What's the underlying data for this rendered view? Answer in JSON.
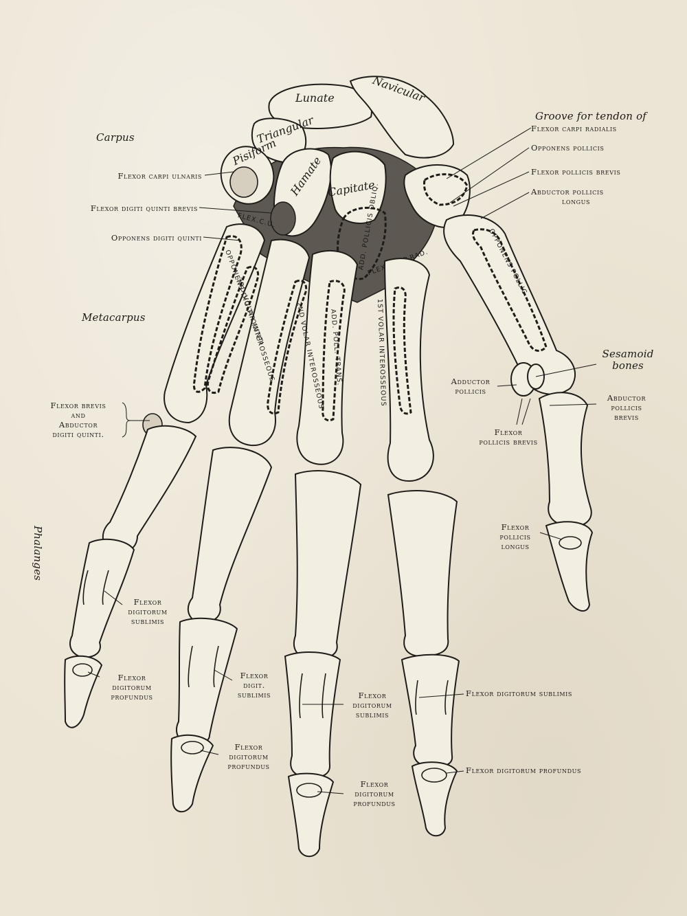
{
  "carpal_bones": {
    "lunate": "Lunate",
    "navicular": "Navicular",
    "triangular": "Triangular",
    "pisiform": "Pisiform",
    "hamate": "Hamate",
    "capitate": "Capitate"
  },
  "regions": {
    "carpus": "Carpus",
    "metacarpus": "Metacarpus",
    "phalanges": "Phalanges"
  },
  "muscle_marks": {
    "volar_interosseous_3": "3RD VOLAR INTEROSSEOUS",
    "volar_interosseous_2": "2ND VOLAR INTEROSSEOUS",
    "volar_interosseous_1": "1ST VOLAR INTEROSSEOUS",
    "opponens_digiti_quinti": "OPPONENS DIGITI QUINTI",
    "add_poll_trans": "ADD. POLL. TRANS.",
    "add_pollicis_obliq": "ADD. POLLICIS OBLIQ.",
    "flex_carp_rad": "FLEX.CARP.RAD.",
    "opponens_pollic": "OPPONENS POLLIC.",
    "flex_c_u": "FLEX.C.U."
  },
  "labels": {
    "groove_line1": "Groove for tendon of",
    "groove_line2": "Flexor carpi radialis",
    "opponens_pollicis": "Opponens pollicis",
    "flexor_pollicis_brevis_top": "Flexor pollicis brevis",
    "abductor_pollicis_longus_1": "Abductor pollicis",
    "abductor_pollicis_longus_2": "longus",
    "flexor_carpi_ulnaris": "Flexor carpi ulnaris",
    "flexor_digiti_quinti_brevis": "Flexor digiti quinti brevis",
    "opponens_digiti_quinti": "Opponens digiti quinti",
    "sesamoid_1": "Sesamoid",
    "sesamoid_2": "bones",
    "adductor_pollicis_1": "Adductor",
    "adductor_pollicis_2": "pollicis",
    "abductor_pollicis_brevis_1": "Abductor",
    "abductor_pollicis_brevis_2": "pollicis",
    "abductor_pollicis_brevis_3": "brevis",
    "flexor_pollicis_brevis_low_1": "Flexor",
    "flexor_pollicis_brevis_low_2": "pollicis brevis",
    "flexor_brevis_1": "Flexor brevis",
    "flexor_brevis_2": "and",
    "flexor_brevis_3": "Abductor",
    "flexor_brevis_4": "digiti quinti.",
    "flexor_pollicis_longus_1": "Flexor",
    "flexor_pollicis_longus_2": "pollicis",
    "flexor_pollicis_longus_3": "longus",
    "fds_little_1": "Flexor",
    "fds_little_2": "digitorum",
    "fds_little_3": "sublimis",
    "fdp_little_1": "Flexor",
    "fdp_little_2": "digitorum",
    "fdp_little_3": "profundus",
    "fds_ring_1": "Flexor",
    "fds_ring_2": "digit.",
    "fds_ring_3": "sublimis",
    "fdp_ring_1": "Flexor",
    "fdp_ring_2": "digitorum",
    "fdp_ring_3": "profundus",
    "fds_middle_1": "Flexor",
    "fds_middle_2": "digitorum",
    "fds_middle_3": "sublimis",
    "fdp_middle_1": "Flexor",
    "fdp_middle_2": "digitorum",
    "fdp_middle_3": "profundus",
    "fds_index": "Flexor digitorum sublimis",
    "fdp_index": "Flexor digitorum profundus"
  },
  "colors": {
    "paper": "#ece5d5",
    "ink": "#1c1a17",
    "bone": "#f3eee2",
    "shade": "#d6cfc0"
  }
}
